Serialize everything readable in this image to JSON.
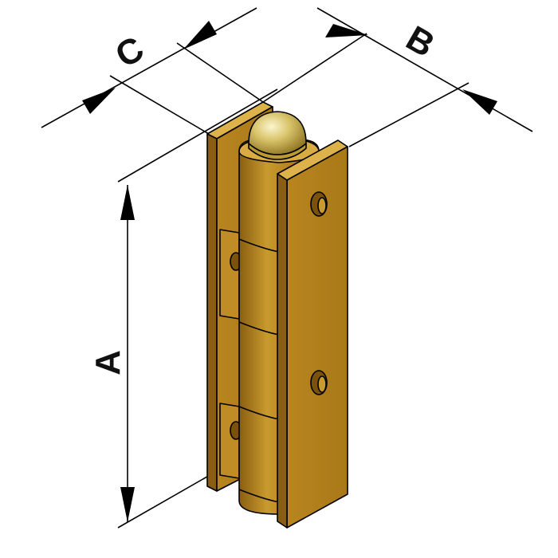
{
  "dimensions": {
    "a_label": "A",
    "b_label": "B",
    "c_label": "C"
  },
  "colors": {
    "brass_light": "#c99a2e",
    "brass_mid": "#b07d1c",
    "brass_dark": "#8a5e10",
    "brass_top": "#ddb24a",
    "ball_light": "#f2e7a0",
    "ball_dark": "#a88a2a",
    "line": "#000000"
  }
}
